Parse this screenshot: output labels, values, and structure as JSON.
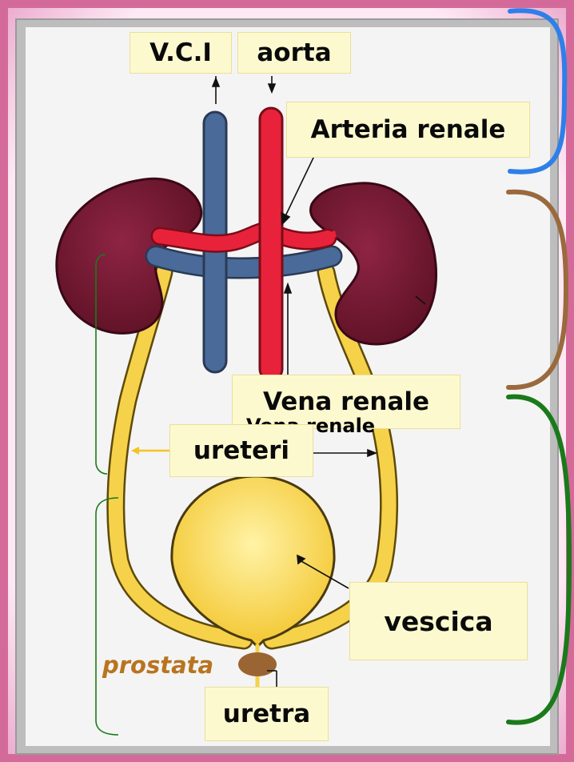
{
  "labels": {
    "vci": "V.C.I",
    "aorta": "aorta",
    "arteria_renale": "Arteria renale",
    "vena_renale": "Vena renale",
    "vena_renale_overlay": "Vena renale",
    "ureteri": "ureteri",
    "vescica": "vescica",
    "prostata": "prostata",
    "uretra": "uretra"
  },
  "colors": {
    "frame_outer": "#d46a9a",
    "frame_inner": "#f6c9e4",
    "panel": "#f4f4f4",
    "label_bg": "#fdf9cf",
    "kidney": "#7a1a35",
    "vein": "#4a6a99",
    "artery": "#e8223a",
    "urinary": "#f5d24a",
    "prostate": "#9a6533",
    "prostata_text": "#b8741f",
    "bracket_blue": "#2f7fe8",
    "bracket_brown": "#9a6a3d",
    "bracket_green": "#1a7a1a"
  }
}
